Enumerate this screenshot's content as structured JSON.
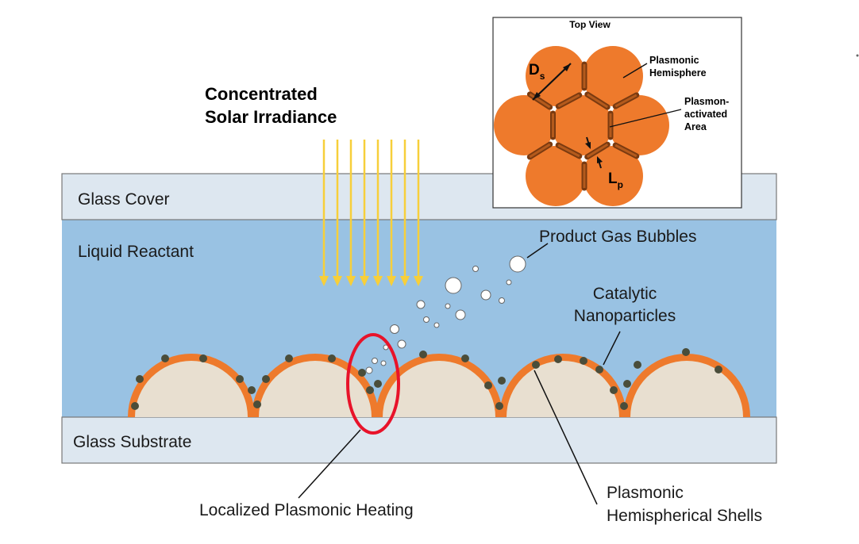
{
  "colors": {
    "glass": "#dde7f0",
    "liquid": "#99c2e3",
    "shell": "#ee7a2c",
    "core": "#e8dfd0",
    "particle": "#4a4d3a",
    "light": "#f7cf3a",
    "highlight": "#e8132a",
    "inset_sphere": "#ee7a2c"
  },
  "labels": {
    "glass_cover": "Glass Cover",
    "liquid_reactant": "Liquid Reactant",
    "glass_substrate": "Glass Substrate",
    "irradiance_line1": "Concentrated",
    "irradiance_line2": "Solar Irradiance",
    "bubbles": "Product Gas Bubbles",
    "catalytic_line1": "Catalytic",
    "catalytic_line2": "Nanoparticles",
    "heating": "Localized Plasmonic Heating",
    "shells_line1": "Plasmonic",
    "shells_line2": "Hemispherical Shells"
  },
  "inset": {
    "title": "Top View",
    "hemisphere_line1": "Plasmonic",
    "hemisphere_line2": "Hemisphere",
    "area_line1": "Plasmon-",
    "area_line2": "activated",
    "area_line3": "Area",
    "ds_main": "D",
    "ds_sub": "s",
    "lp_main": "L",
    "lp_sub": "p"
  }
}
